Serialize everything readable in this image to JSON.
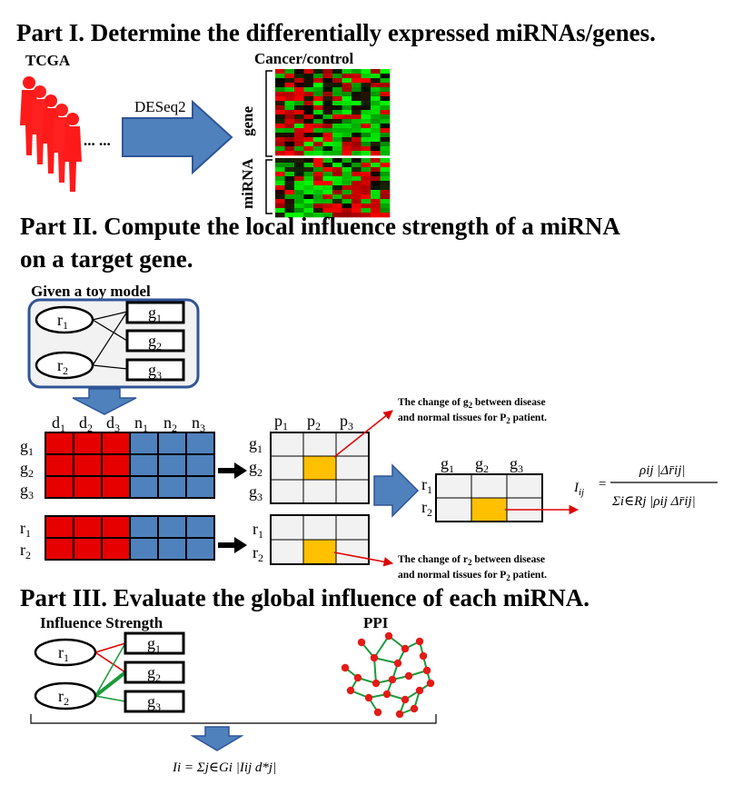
{
  "part1": {
    "title": "Part I. Determine the differentially expressed miRNAs/genes.",
    "source_label": "TCGA",
    "ellipsis": "... ...",
    "method_label": "DESeq2",
    "heatmap_title": "Cancer/control",
    "gene_label": "gene",
    "mirna_label": "miRNA"
  },
  "part2": {
    "title_line1": "Part II. Compute the local influence strength of a miRNA",
    "title_line2": "on a target gene.",
    "toy_model_label": "Given a toy model",
    "mirnas": [
      {
        "base": "r",
        "sub": "1"
      },
      {
        "base": "r",
        "sub": "2"
      }
    ],
    "genes": [
      {
        "base": "g",
        "sub": "1"
      },
      {
        "base": "g",
        "sub": "2"
      },
      {
        "base": "g",
        "sub": "3"
      }
    ],
    "disease_cols": [
      {
        "base": "d",
        "sub": "1"
      },
      {
        "base": "d",
        "sub": "2"
      },
      {
        "base": "d",
        "sub": "3"
      }
    ],
    "normal_cols": [
      {
        "base": "n",
        "sub": "1"
      },
      {
        "base": "n",
        "sub": "2"
      },
      {
        "base": "n",
        "sub": "3"
      }
    ],
    "patient_cols": [
      {
        "base": "p",
        "sub": "1"
      },
      {
        "base": "p",
        "sub": "2"
      },
      {
        "base": "p",
        "sub": "3"
      }
    ],
    "annotation_gene": {
      "line1_pre": "The change of g",
      "line1_sub": "2",
      "line1_post": " between disease",
      "line2_pre": "and normal tissues for P",
      "line2_sub": "2",
      "line2_post": " patient."
    },
    "annotation_mirna": {
      "line1_pre": "The change of r",
      "line1_sub": "2",
      "line1_post": " between disease",
      "line2_pre": "and normal tissues for P",
      "line2_sub": "2",
      "line2_post": " patient."
    },
    "formula_lhs": "I",
    "formula_lhs_sub": "ij",
    "formula_numerator": "ρij |Δr̄ij|",
    "formula_denominator": "Σi∈Rj |ρij Δr̄ij|"
  },
  "part3": {
    "title": "Part III. Evaluate the global influence of each miRNA.",
    "influence_label": "Influence Strength",
    "ppi_label": "PPI",
    "final_formula": "Ii = Σj∈Gi |Iij d*j|"
  },
  "colors": {
    "disease_red": "#e60000",
    "normal_blue": "#4f81bd",
    "highlight_orange": "#ffc000",
    "arrow_blue": "#4f81bd",
    "arrow_red": "#e00000",
    "edge_green": "#1a9a3a",
    "node_red": "#e41b17",
    "figure_red": "#ff1a1a"
  }
}
